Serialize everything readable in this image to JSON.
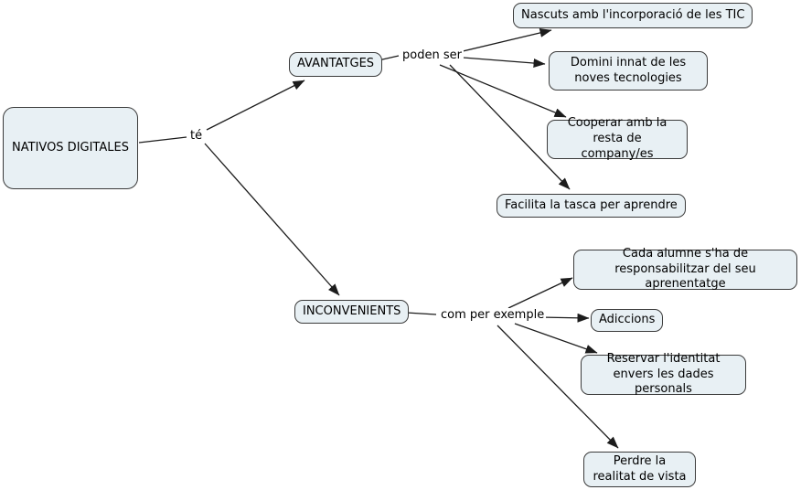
{
  "diagram": {
    "type": "concept-map",
    "colors": {
      "background": "#ffffff",
      "node_fill": "#e8f0f4",
      "node_border": "#3b3b3b",
      "line": "#1c1c1c",
      "text": "#000000"
    },
    "nodes": {
      "nativos": {
        "label": "NATIVOS DIGITALES"
      },
      "avantatges": {
        "label": "AVANTATGES"
      },
      "nascuts": {
        "label": "Nascuts amb l'incorporació de les TIC"
      },
      "domini": {
        "label": "Domini innat de les noves tecnologies"
      },
      "cooperar": {
        "label": "Cooperar amb la resta de company/es"
      },
      "facilita": {
        "label": "Facilita la tasca per aprendre"
      },
      "inconvenients": {
        "label": "INCONVENIENTS"
      },
      "cada_alumne": {
        "label": "Cada alumne s'ha de responsabilitzar del seu aprenentatge"
      },
      "adiccions": {
        "label": "Adiccions"
      },
      "reservar": {
        "label": "Reservar l'identitat envers les dades personals"
      },
      "perdre": {
        "label": "Perdre la realitat de vista"
      }
    },
    "labels": {
      "te": "té",
      "poden_ser": "poden ser",
      "com_per_exemple": "com per exemple"
    },
    "edges": [
      {
        "from": "NATIVOS DIGITALES",
        "phrase": "té",
        "to": "AVANTATGES"
      },
      {
        "from": "NATIVOS DIGITALES",
        "phrase": "té",
        "to": "INCONVENIENTS"
      },
      {
        "from": "AVANTATGES",
        "phrase": "poden ser",
        "to": "Nascuts amb l'incorporació de les TIC"
      },
      {
        "from": "AVANTATGES",
        "phrase": "poden ser",
        "to": "Domini innat de les noves tecnologies"
      },
      {
        "from": "AVANTATGES",
        "phrase": "poden ser",
        "to": "Cooperar amb la resta de company/es"
      },
      {
        "from": "AVANTATGES",
        "phrase": "poden ser",
        "to": "Facilita la tasca per aprendre"
      },
      {
        "from": "INCONVENIENTS",
        "phrase": "com per exemple",
        "to": "Cada alumne s'ha de responsabilitzar del seu aprenentatge"
      },
      {
        "from": "INCONVENIENTS",
        "phrase": "com per exemple",
        "to": "Adiccions"
      },
      {
        "from": "INCONVENIENTS",
        "phrase": "com per exemple",
        "to": "Reservar l'identitat envers les dades personals"
      },
      {
        "from": "INCONVENIENTS",
        "phrase": "com per exemple",
        "to": "Perdre la realitat de vista"
      }
    ]
  }
}
